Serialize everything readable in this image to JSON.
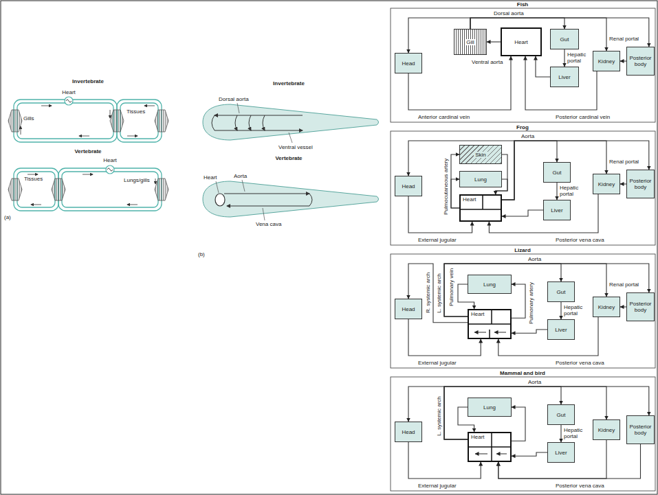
{
  "diagram": {
    "nodes": [
      {
        "text": [
          "Head"
        ]
      },
      {
        "text": [
          "Gill"
        ]
      },
      {
        "text": [
          "Heart"
        ]
      },
      {
        "text": [
          "Gut"
        ]
      },
      {
        "text": [
          "Liver"
        ]
      },
      {
        "text": [
          "Kidney"
        ]
      },
      {
        "text": [
          "Posterior body"
        ]
      },
      {
        "text": [
          "Head"
        ]
      },
      {
        "text": [
          "Skin"
        ]
      },
      {
        "text": [
          "Lung"
        ]
      },
      {
        "text": [
          "Heart"
        ]
      },
      {
        "text": [
          "Gut"
        ]
      },
      {
        "text": [
          "Liver"
        ]
      },
      {
        "text": [
          "Kidney"
        ]
      },
      {
        "text": [
          "Posterior body"
        ]
      },
      {
        "text": [
          "Head"
        ]
      },
      {
        "text": [
          "Lung"
        ]
      },
      {
        "text": [
          "Heart"
        ]
      },
      {
        "text": [
          "Gut"
        ]
      },
      {
        "text": [
          "Liver"
        ]
      },
      {
        "text": [
          "Kidney"
        ]
      },
      {
        "text": [
          "Posterior body"
        ]
      },
      {
        "text": [
          "Head"
        ]
      },
      {
        "text": [
          "Lung"
        ]
      },
      {
        "text": [
          "Heart"
        ]
      },
      {
        "text": [
          "Gut"
        ]
      },
      {
        "text": [
          "Liver"
        ]
      },
      {
        "text": [
          "Kidney"
        ]
      },
      {
        "text": [
          "Posterior body"
        ]
      }
    ],
    "edges": [
      {
        "from": 2,
        "to": 1,
        "arrow": "to"
      },
      {
        "from": 1,
        "to": 0,
        "arrow": "to"
      },
      {
        "from": 1,
        "to": 3,
        "arrow": "to"
      },
      {
        "from": 1,
        "to": 5,
        "arrow": "to"
      },
      {
        "from": 1,
        "to": 6,
        "arrow": "to"
      },
      {
        "from": 0,
        "to": 2,
        "arrow": "to"
      },
      {
        "from": 6,
        "to": 5,
        "arrow": "to"
      },
      {
        "from": 5,
        "to": 2,
        "arrow": "to"
      },
      {
        "from": 3,
        "to": 4,
        "arrow": "to"
      },
      {
        "from": 4,
        "to": 2,
        "arrow": "to"
      },
      {
        "from": 10,
        "to": 7,
        "arrow": "to"
      },
      {
        "from": 10,
        "to": 11,
        "arrow": "to"
      },
      {
        "from": 10,
        "to": 13,
        "arrow": "to"
      },
      {
        "from": 10,
        "to": 14,
        "arrow": "to"
      },
      {
        "from": 10,
        "to": 9,
        "arrow": "to"
      },
      {
        "from": 10,
        "to": 8,
        "arrow": "to"
      },
      {
        "from": 8,
        "to": 10,
        "arrow": "to"
      },
      {
        "from": 9,
        "to": 10,
        "arrow": "to"
      },
      {
        "from": 7,
        "to": 10,
        "arrow": "to"
      },
      {
        "from": 13,
        "to": 10,
        "arrow": "to"
      },
      {
        "from": 14,
        "to": 13,
        "arrow": "to"
      },
      {
        "from": 11,
        "to": 12,
        "arrow": "to"
      },
      {
        "from": 12,
        "to": 10,
        "arrow": "to"
      },
      {
        "from": 17,
        "to": 15,
        "arrow": "to"
      },
      {
        "from": 17,
        "to": 18,
        "arrow": "to"
      },
      {
        "from": 17,
        "to": 20,
        "arrow": "to"
      },
      {
        "from": 17,
        "to": 21,
        "arrow": "to"
      },
      {
        "from": 17,
        "to": 16,
        "arrow": "to"
      },
      {
        "from": 16,
        "to": 17,
        "arrow": "to"
      },
      {
        "from": 15,
        "to": 17,
        "arrow": "to"
      },
      {
        "from": 20,
        "to": 17,
        "arrow": "to"
      },
      {
        "from": 21,
        "to": 20,
        "arrow": "to"
      },
      {
        "from": 18,
        "to": 19,
        "arrow": "to"
      },
      {
        "from": 19,
        "to": 17,
        "arrow": "to"
      },
      {
        "from": 24,
        "to": 22,
        "arrow": "to"
      },
      {
        "from": 24,
        "to": 25,
        "arrow": "to"
      },
      {
        "from": 24,
        "to": 27,
        "arrow": "to"
      },
      {
        "from": 24,
        "to": 28,
        "arrow": "to"
      },
      {
        "from": 24,
        "to": 23,
        "arrow": "to"
      },
      {
        "from": 23,
        "to": 24,
        "arrow": "to"
      },
      {
        "from": 22,
        "to": 24,
        "arrow": "to"
      },
      {
        "from": 27,
        "to": 24,
        "arrow": "to"
      },
      {
        "from": 28,
        "to": 24,
        "arrow": "to"
      },
      {
        "from": 25,
        "to": 26,
        "arrow": "to"
      },
      {
        "from": 26,
        "to": 24,
        "arrow": "to"
      }
    ],
    "labels": [
      "Invertebrate",
      "Heart",
      "Gills",
      "Tissues",
      "Vertebrate",
      "Tissues",
      "Heart",
      "Lungs/gills",
      "(a)",
      "Invertebrate",
      "Dorsal aorta",
      "Ventral vessel",
      "Vertebrate",
      "Aorta",
      "Heart",
      "Vena cava",
      "(b)",
      "Fish",
      "Dorsal aorta",
      "Ventral aorta",
      "Anterior cardinal vein",
      "Posterior cardinal vein",
      "Renal portal",
      "Hepatic portal",
      "Frog",
      "Aorta",
      "Pulmocutaneous artery",
      "Renal portal",
      "Hepatic portal",
      "External jugular",
      "Posterior vena cava",
      "Lizard",
      "Aorta",
      "R. systemic arch",
      "L. systemic arch",
      "Pulmonary vein",
      "Pulmonary artery",
      "Renal portal",
      "Hepatic portal",
      "External jugular",
      "Posterior vena cava",
      "Mammal and bird",
      "Aorta",
      "L. systemic arch",
      "Hepatic portal",
      "External jugular",
      "Posterior vena cava"
    ]
  }
}
